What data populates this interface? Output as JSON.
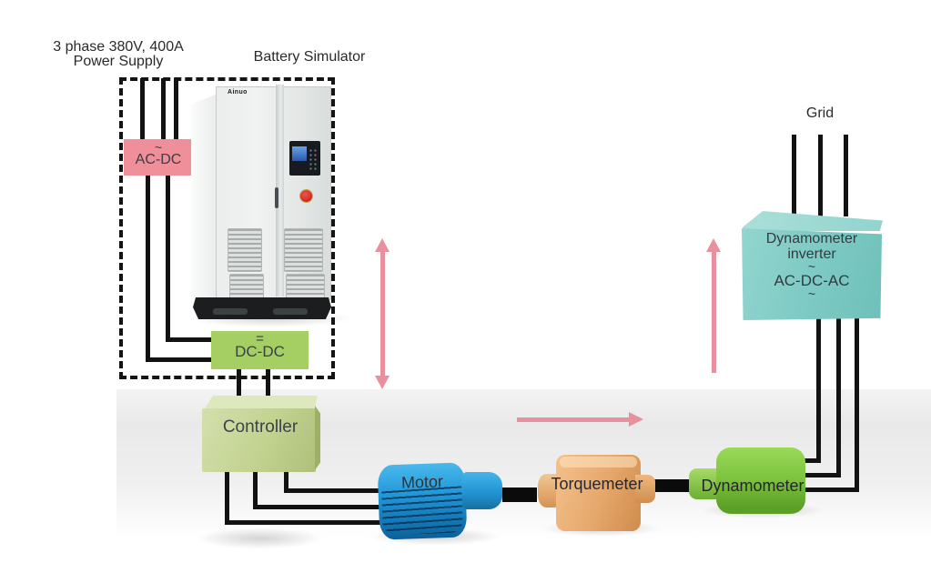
{
  "labels": {
    "power_supply_1": "3 phase 380V, 400A",
    "power_supply_2": "Power Supply",
    "battery_simulator": "Battery Simulator",
    "grid": "Grid"
  },
  "blocks": {
    "ac_dc": {
      "symbol": "~",
      "label": "AC-DC"
    },
    "dc_dc": {
      "symbol": "=",
      "label": "DC-DC"
    },
    "controller": {
      "label": "Controller"
    },
    "inverter": {
      "line1": "Dynamometer",
      "line2": "inverter",
      "tilde_top": "~",
      "line3": "AC-DC-AC",
      "tilde_bottom": "~"
    }
  },
  "machines": {
    "motor": {
      "label": "Motor"
    },
    "torquemeter": {
      "label": "Torquemeter"
    },
    "dynamometer": {
      "label": "Dynamometer"
    }
  },
  "cabinet": {
    "brand": "Ainuo"
  },
  "icons": {
    "power_flow_bidirectional": "vertical-double-arrow",
    "power_flow_right": "right-arrow",
    "power_flow_up": "up-arrow"
  },
  "colors": {
    "wire": "#121212",
    "arrow": "#e8909d",
    "ac_dc": "#ee8f99",
    "dc_dc": "#a5cf63",
    "controller": "#c2d48e",
    "inverter": "#7ecac4",
    "motor": "#2196d8",
    "torquemeter": "#e5a76b",
    "dynamometer": "#7cc33e"
  }
}
